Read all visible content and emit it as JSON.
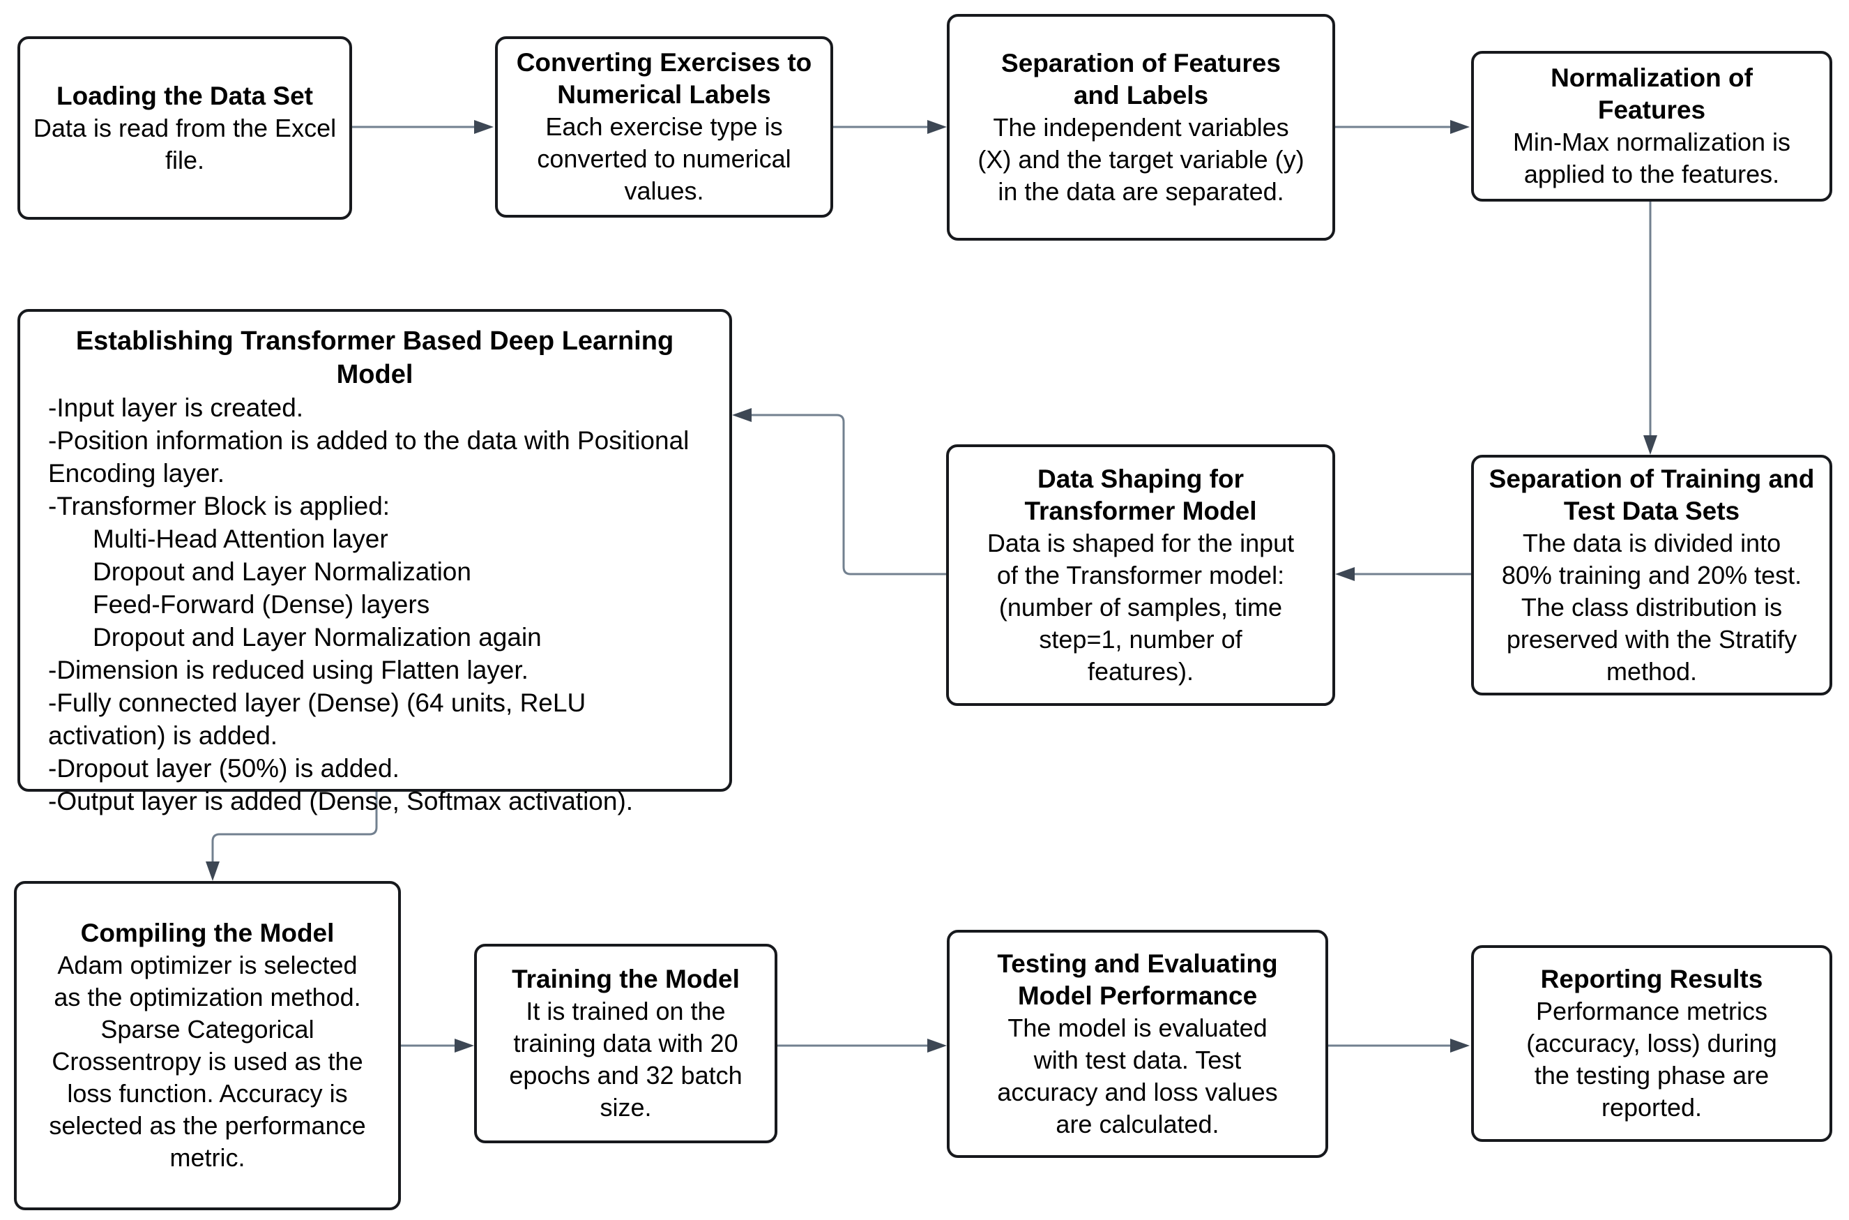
{
  "diagram": {
    "title": "Transformer-based deep learning workflow flowchart",
    "colors": {
      "box_fill": "#ffffff",
      "box_border": "#17191d",
      "connector_line": "#72808f",
      "arrowhead": "#3d4754",
      "text": "#000000"
    },
    "nodes": [
      {
        "id": "loading",
        "title": "Loading the Data Set",
        "body": "Data is read from the Excel file."
      },
      {
        "id": "converting",
        "title": "Converting Exercises to Numerical Labels",
        "body": "Each exercise type is converted to numerical values."
      },
      {
        "id": "separation-features",
        "title": "Separation of Features and Labels",
        "body": "The independent variables (X) and the target variable (y) in the data are separated."
      },
      {
        "id": "normalization",
        "title": "Normalization of Features",
        "body": "Min-Max normalization is applied to the features."
      },
      {
        "id": "establishing-model",
        "title": "Establishing Transformer Based Deep Learning Model",
        "lines": [
          "-Input layer is created.",
          "-Position information is added to the data with Positional Encoding layer.",
          "-Transformer Block is applied:",
          "Multi-Head Attention layer",
          "Dropout and Layer Normalization",
          "Feed-Forward (Dense) layers",
          "Dropout and Layer Normalization again",
          "-Dimension is reduced using Flatten layer.",
          "-Fully connected layer (Dense) (64 units, ReLU activation) is added.",
          "-Dropout layer (50%) is added.",
          "-Output layer is added (Dense, Softmax activation)."
        ]
      },
      {
        "id": "data-shaping",
        "title": "Data Shaping for Transformer Model",
        "body": "Data is shaped for the input of the Transformer model: (number of samples, time step=1, number of features)."
      },
      {
        "id": "separation-training",
        "title": "Separation of Training and Test Data Sets",
        "body": "The data is divided into 80% training and 20% test. The class distribution is preserved with the Stratify method."
      },
      {
        "id": "compiling",
        "title": "Compiling the Model",
        "body": "Adam optimizer is selected as the optimization method. Sparse Categorical Crossentropy is used as the loss function. Accuracy is selected as the performance metric."
      },
      {
        "id": "training",
        "title": "Training the Model",
        "body": "It is trained on the training data with 20 epochs and 32 batch size."
      },
      {
        "id": "testing",
        "title": "Testing and Evaluating Model Performance",
        "body": "The model is evaluated with test data. Test accuracy and loss values are calculated."
      },
      {
        "id": "reporting",
        "title": "Reporting Results",
        "body": "Performance metrics (accuracy, loss) during the testing phase are reported."
      }
    ],
    "connectors": [
      {
        "from": "loading",
        "to": "converting"
      },
      {
        "from": "converting",
        "to": "separation-features"
      },
      {
        "from": "separation-features",
        "to": "normalization"
      },
      {
        "from": "normalization",
        "to": "separation-training"
      },
      {
        "from": "separation-training",
        "to": "data-shaping"
      },
      {
        "from": "data-shaping",
        "to": "establishing-model"
      },
      {
        "from": "establishing-model",
        "to": "compiling"
      },
      {
        "from": "compiling",
        "to": "training"
      },
      {
        "from": "training",
        "to": "testing"
      },
      {
        "from": "testing",
        "to": "reporting"
      }
    ]
  }
}
